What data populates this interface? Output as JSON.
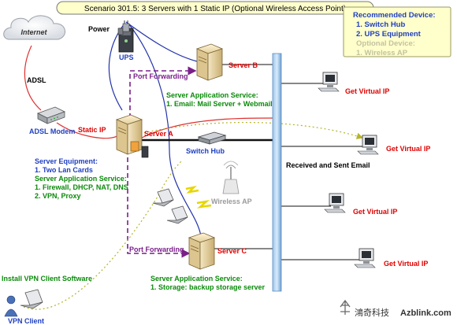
{
  "title": "Scenario 301.5: 3 Servers with 1 Static IP (Optional Wireless Access Point)",
  "recommended_box": {
    "heading": "Recommended Device:",
    "items": [
      "1. Switch Hub",
      "2. UPS Equipment"
    ],
    "optional_heading": "Optional Device:",
    "optional_items": [
      "1. Wireless AP"
    ]
  },
  "labels": {
    "internet": "Internet",
    "power": "Power",
    "ups": "UPS",
    "adsl": "ADSL",
    "adsl_modem": "ADSL Modem",
    "static_ip": "Static IP",
    "server_a": "Server A",
    "server_b": "Server B",
    "server_c": "Server C",
    "port_forwarding_top": "Port Forwarding",
    "port_forwarding_bottom": "Port Forwarding",
    "switch_hub": "Switch Hub",
    "wireless_ap": "Wireless AP",
    "received_sent_email": "Received and Sent Email",
    "install_vpn": "Install VPN Client Software",
    "vpn_client": "VPN Client",
    "get_virtual_ip": [
      "Get Virtual IP",
      "Get Virtual IP",
      "Get Virtual IP",
      "Get Virtual IP"
    ]
  },
  "server_b_service": {
    "heading": "Server Application Service:",
    "lines": [
      "1. Email: Mail Server + Webmail"
    ]
  },
  "server_a_equipment": {
    "heading": "Server Equipment:",
    "lines": [
      "1. Two Lan Cards"
    ],
    "service_heading": "Server Application Service:",
    "service_lines": [
      "1. Firewall, DHCP, NAT, DNS",
      "2. VPN, Proxy"
    ]
  },
  "server_c_service": {
    "heading": "Server Application Service:",
    "lines": [
      "1. Storage: backup storage server"
    ]
  },
  "watermark": {
    "brand_cn": "鴻奇科技",
    "brand_en": "Azblink.com"
  },
  "colors": {
    "title_bg": "#ffffcc",
    "rec_bg": "#ffffcc",
    "rec_text": "#1f3fc0",
    "optional_text": "#c2c2a0",
    "server_label": "#e00000",
    "service_text": "#0a8a0a",
    "equipment_text": "#1f3fc0",
    "port_forward": "#7a1f8a",
    "backbone": "#7aa9d9",
    "cable_blue": "#2233aa",
    "cable_red": "#e03030",
    "dotted": "#b5b528"
  }
}
